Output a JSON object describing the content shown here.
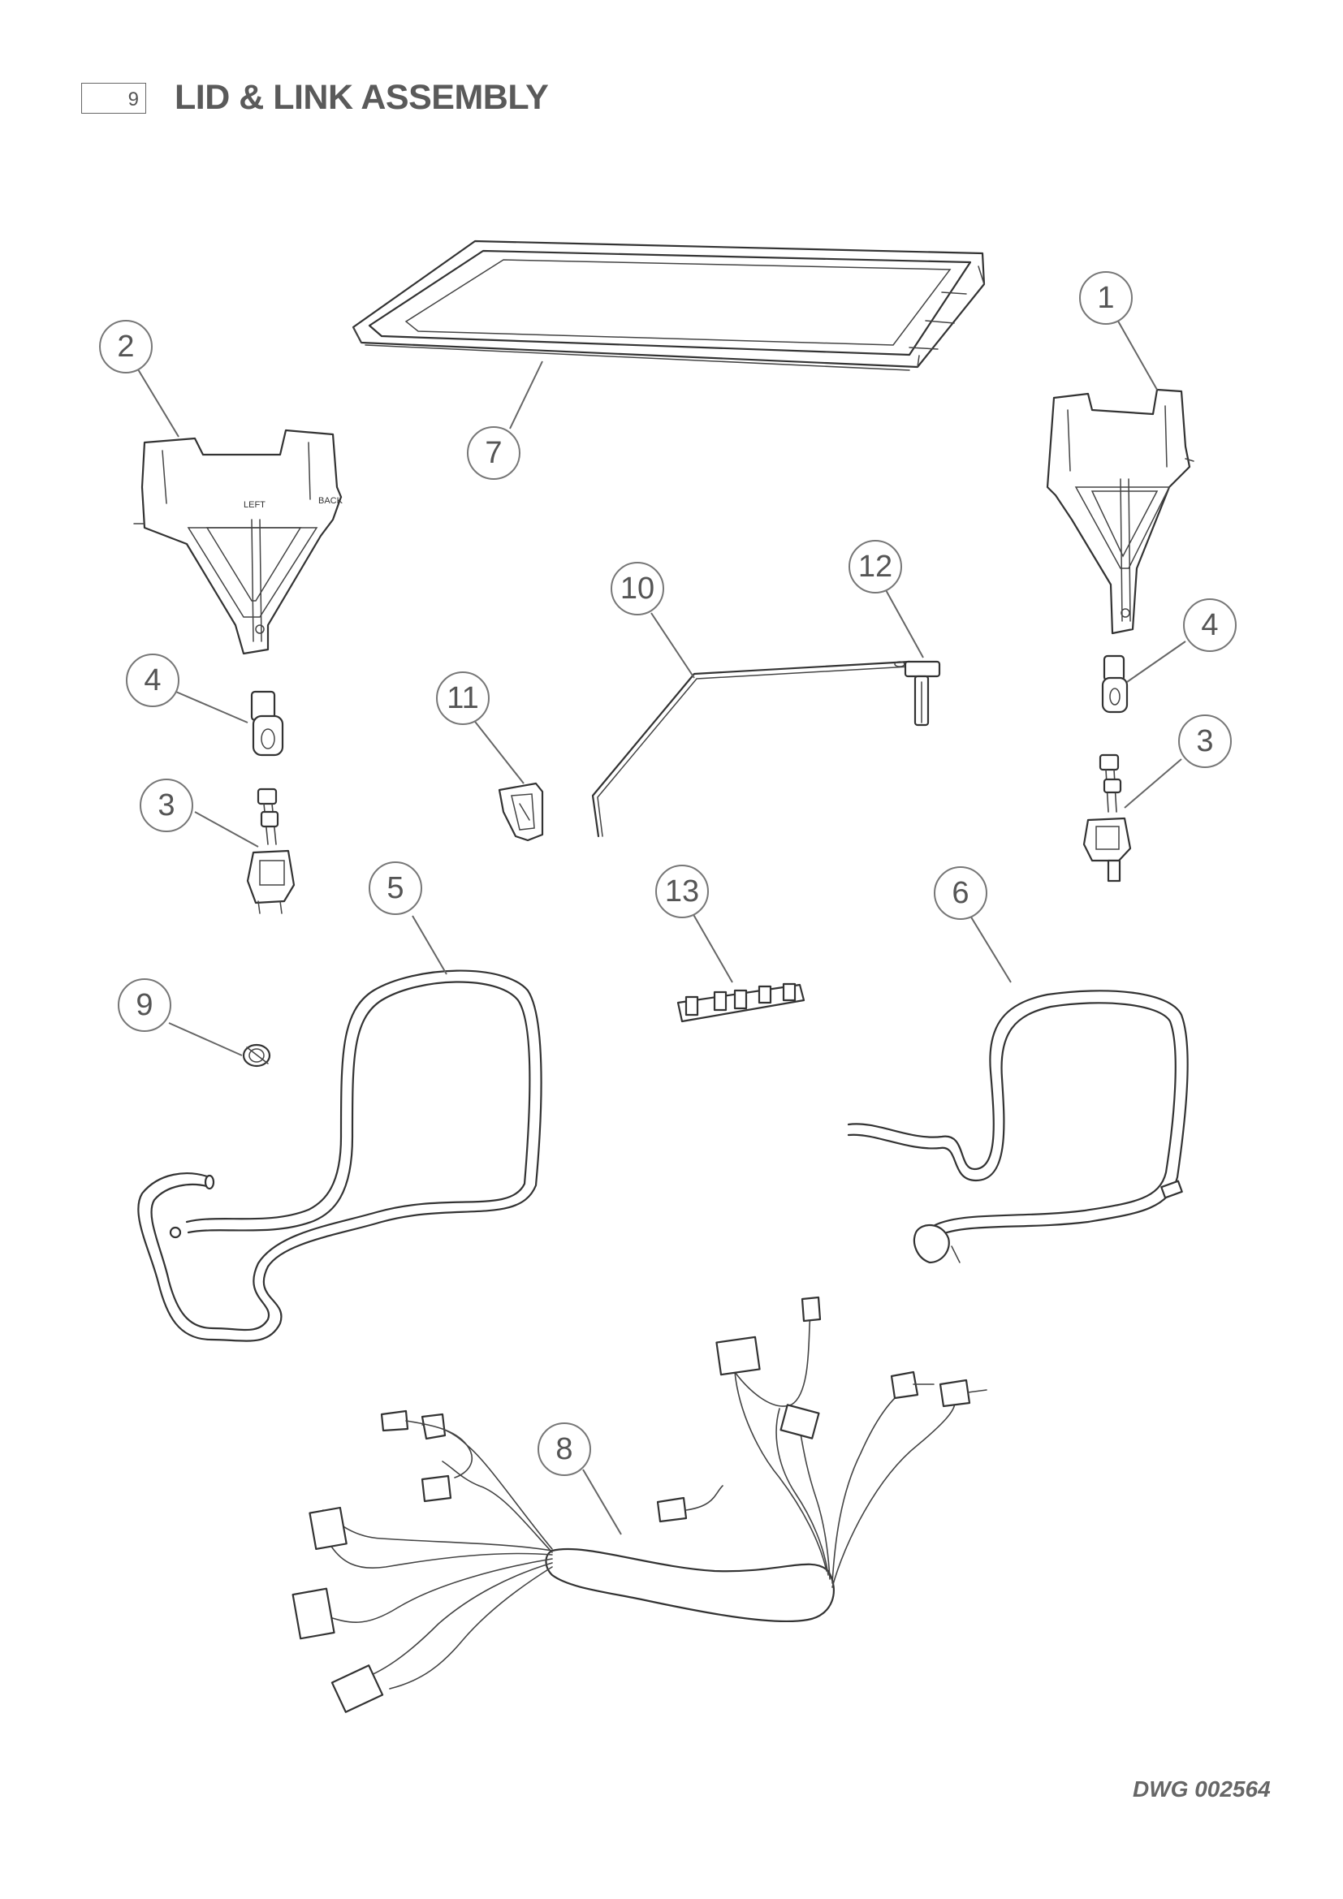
{
  "header": {
    "page_number": "9",
    "title": "LID & LINK ASSEMBLY"
  },
  "footer": {
    "drawing_number": "DWG 002564"
  },
  "part_labels": {
    "bracket_left_text": "LEFT",
    "bracket_back_text": "BACK"
  },
  "callouts": [
    {
      "id": "c1",
      "label": "1"
    },
    {
      "id": "c2",
      "label": "2"
    },
    {
      "id": "c3a",
      "label": "3"
    },
    {
      "id": "c3b",
      "label": "3"
    },
    {
      "id": "c4a",
      "label": "4"
    },
    {
      "id": "c4b",
      "label": "4"
    },
    {
      "id": "c5",
      "label": "5"
    },
    {
      "id": "c6",
      "label": "6"
    },
    {
      "id": "c7",
      "label": "7"
    },
    {
      "id": "c8",
      "label": "8"
    },
    {
      "id": "c9",
      "label": "9"
    },
    {
      "id": "c10",
      "label": "10"
    },
    {
      "id": "c11",
      "label": "11"
    },
    {
      "id": "c12",
      "label": "12"
    },
    {
      "id": "c13",
      "label": "13"
    }
  ]
}
